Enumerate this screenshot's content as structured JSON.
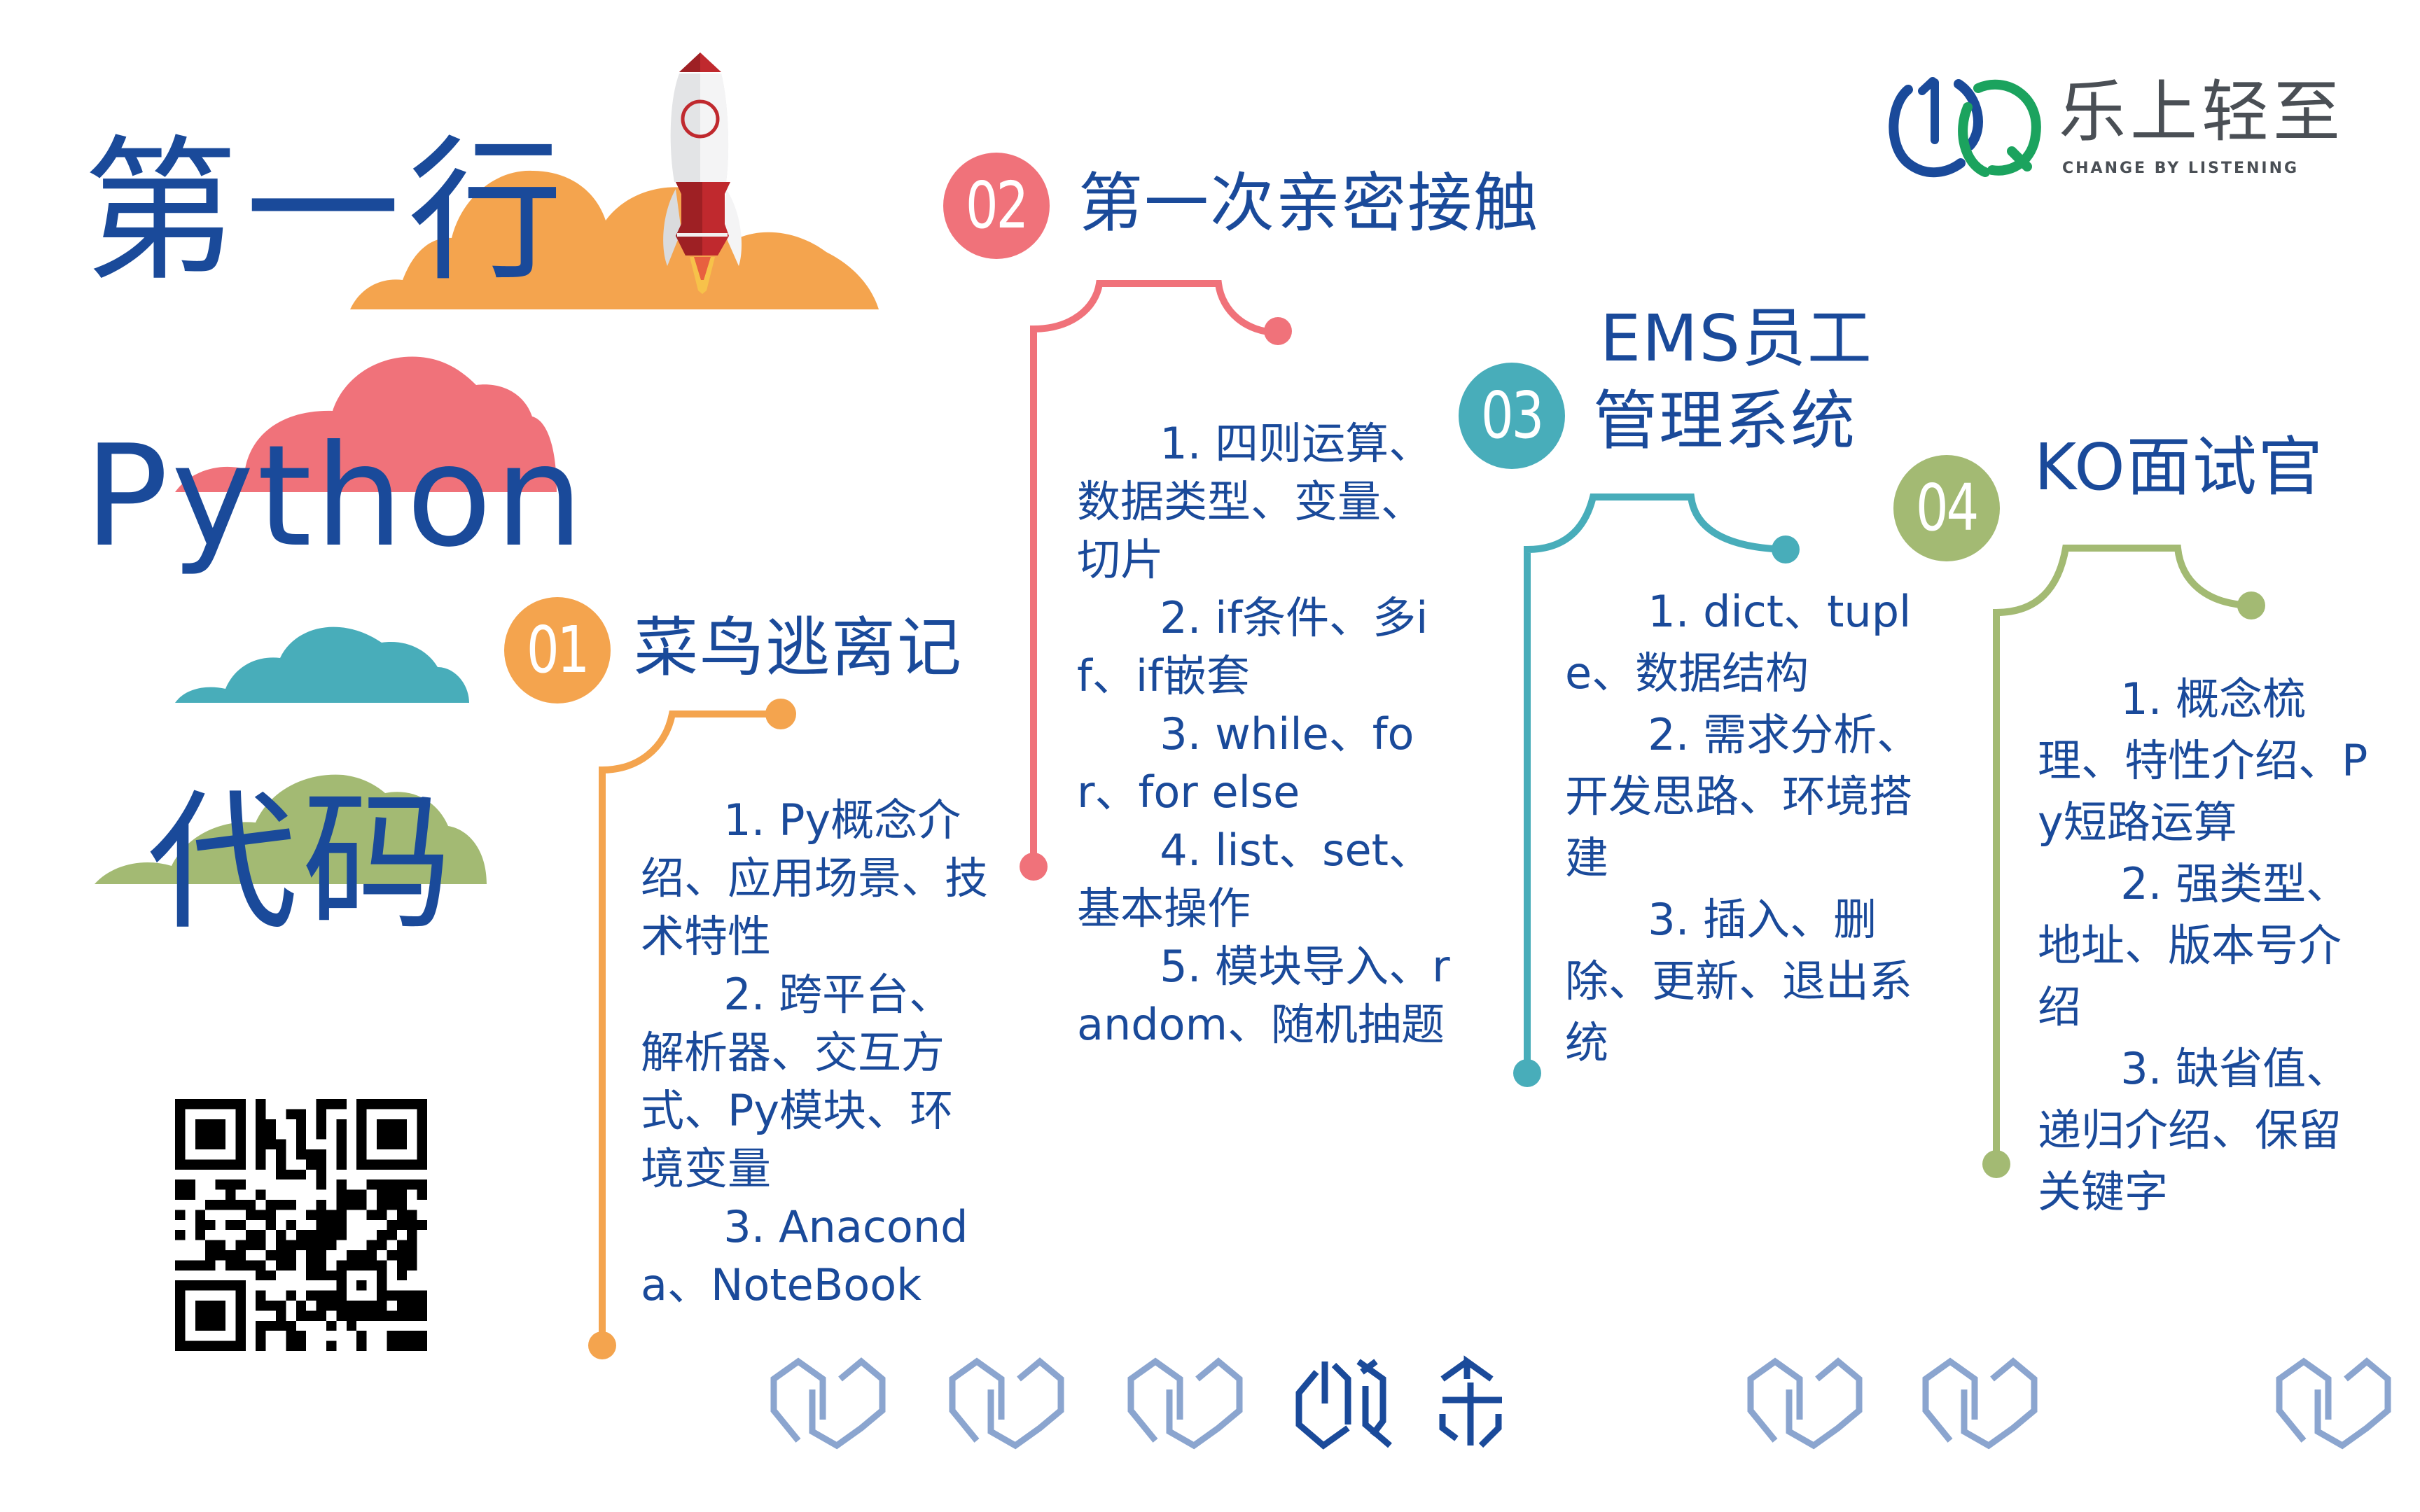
{
  "colors": {
    "title_blue": "#1a4a9a",
    "orange": "#f4a44e",
    "pink": "#f0727a",
    "teal": "#48adba",
    "green": "#a3ba73",
    "logo_blue": "#1a4a9a",
    "logo_green": "#1ba35e",
    "logo_gray": "#4a4f55",
    "pattern_light": "#8ba5cf"
  },
  "hero": {
    "line1": "第一行",
    "line2": "Python",
    "line3": "代码"
  },
  "logo": {
    "name": "乐上轻至",
    "tagline": "CHANGE BY LISTENING",
    "icon": "oq-logo-icon"
  },
  "sections": [
    {
      "number": "01",
      "title": "菜鸟逃离记",
      "content": "      1. Py概念介绍、应用场景、技术特性\n      2. 跨平台、解析器、交互方式、Py模块、环境变量\n      3. Anaconda、NoteBook"
    },
    {
      "number": "02",
      "title": "第一次亲密接触",
      "content": "      1. 四则运算、数据类型、变量、切片\n      2. if条件、多if、if嵌套\n      3. while、for、for else\n      4. list、set、基本操作\n      5. 模块导入、random、随机抽题"
    },
    {
      "number": "03",
      "title_line1": "EMS员工",
      "title_line2": "管理系统",
      "content": "      1. dict、tuple、数据结构\n      2. 需求分析、开发思路、环境搭建\n      3. 插入、删除、更新、退出系统"
    },
    {
      "number": "04",
      "title": "KO面试官",
      "content": "      1. 概念梳理、特性介绍、Py短路运算\n      2. 强类型、地址、版本号介绍\n      3. 缺省值、递归介绍、保留关键字"
    }
  ],
  "footer": {
    "pattern_icon": "hexagon-link-icon",
    "center_logo": "oq-le-logo-icon"
  },
  "qr_code": "qr-code-icon"
}
